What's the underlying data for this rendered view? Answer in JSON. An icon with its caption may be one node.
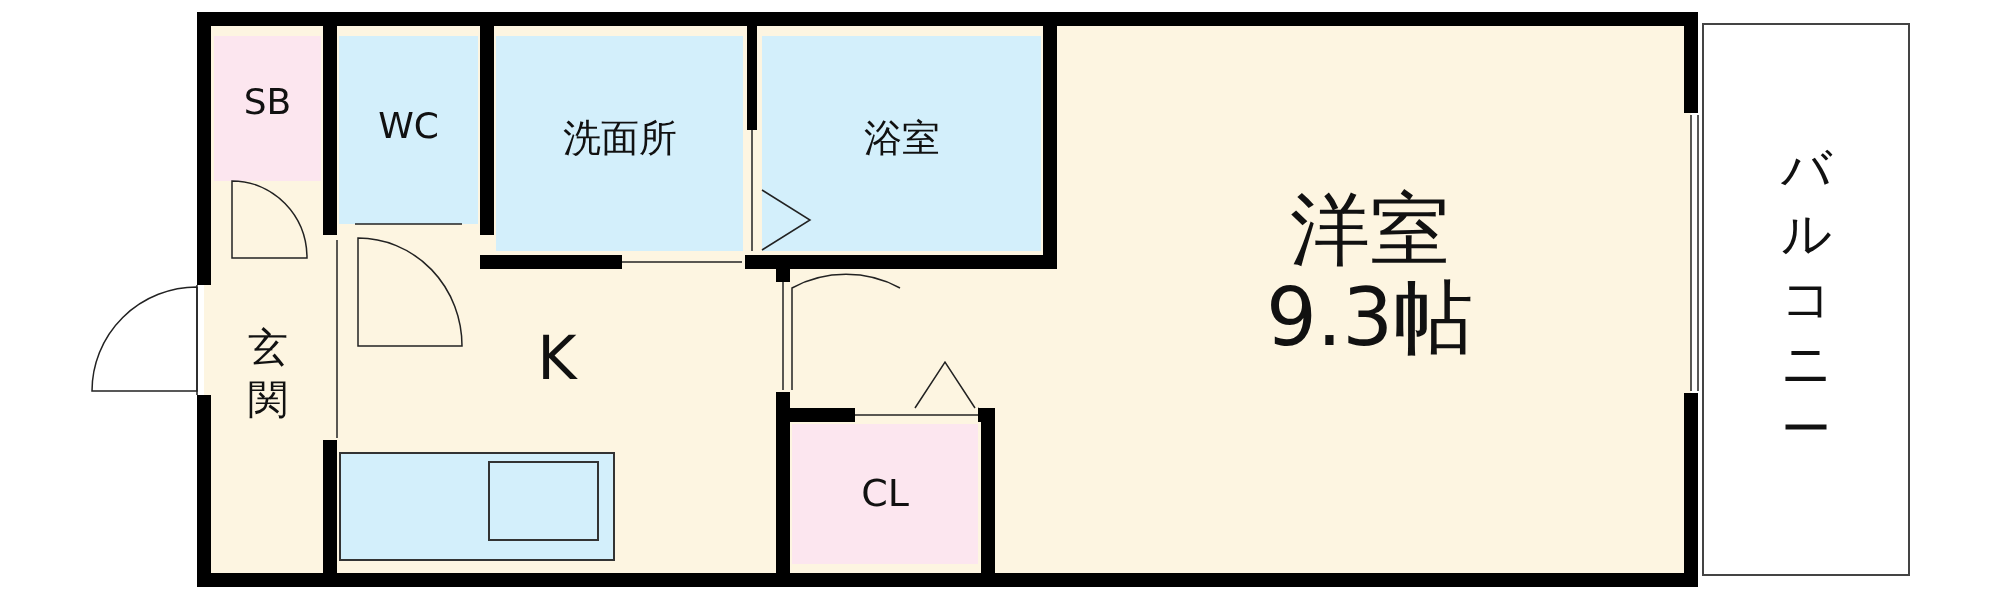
{
  "diagram": {
    "nodes": [
      {
        "text": [
          "SB"
        ]
      },
      {
        "text": [
          "WC"
        ]
      },
      {
        "text": [
          "洗面所"
        ]
      },
      {
        "text": [
          "浴室"
        ]
      },
      {
        "text": [
          "洋室",
          "9.3帖"
        ]
      },
      {
        "text": [
          "バルコニー"
        ]
      },
      {
        "text": [
          "玄関"
        ]
      },
      {
        "text": [
          "K"
        ]
      },
      {
        "text": [
          "CL"
        ]
      }
    ]
  }
}
